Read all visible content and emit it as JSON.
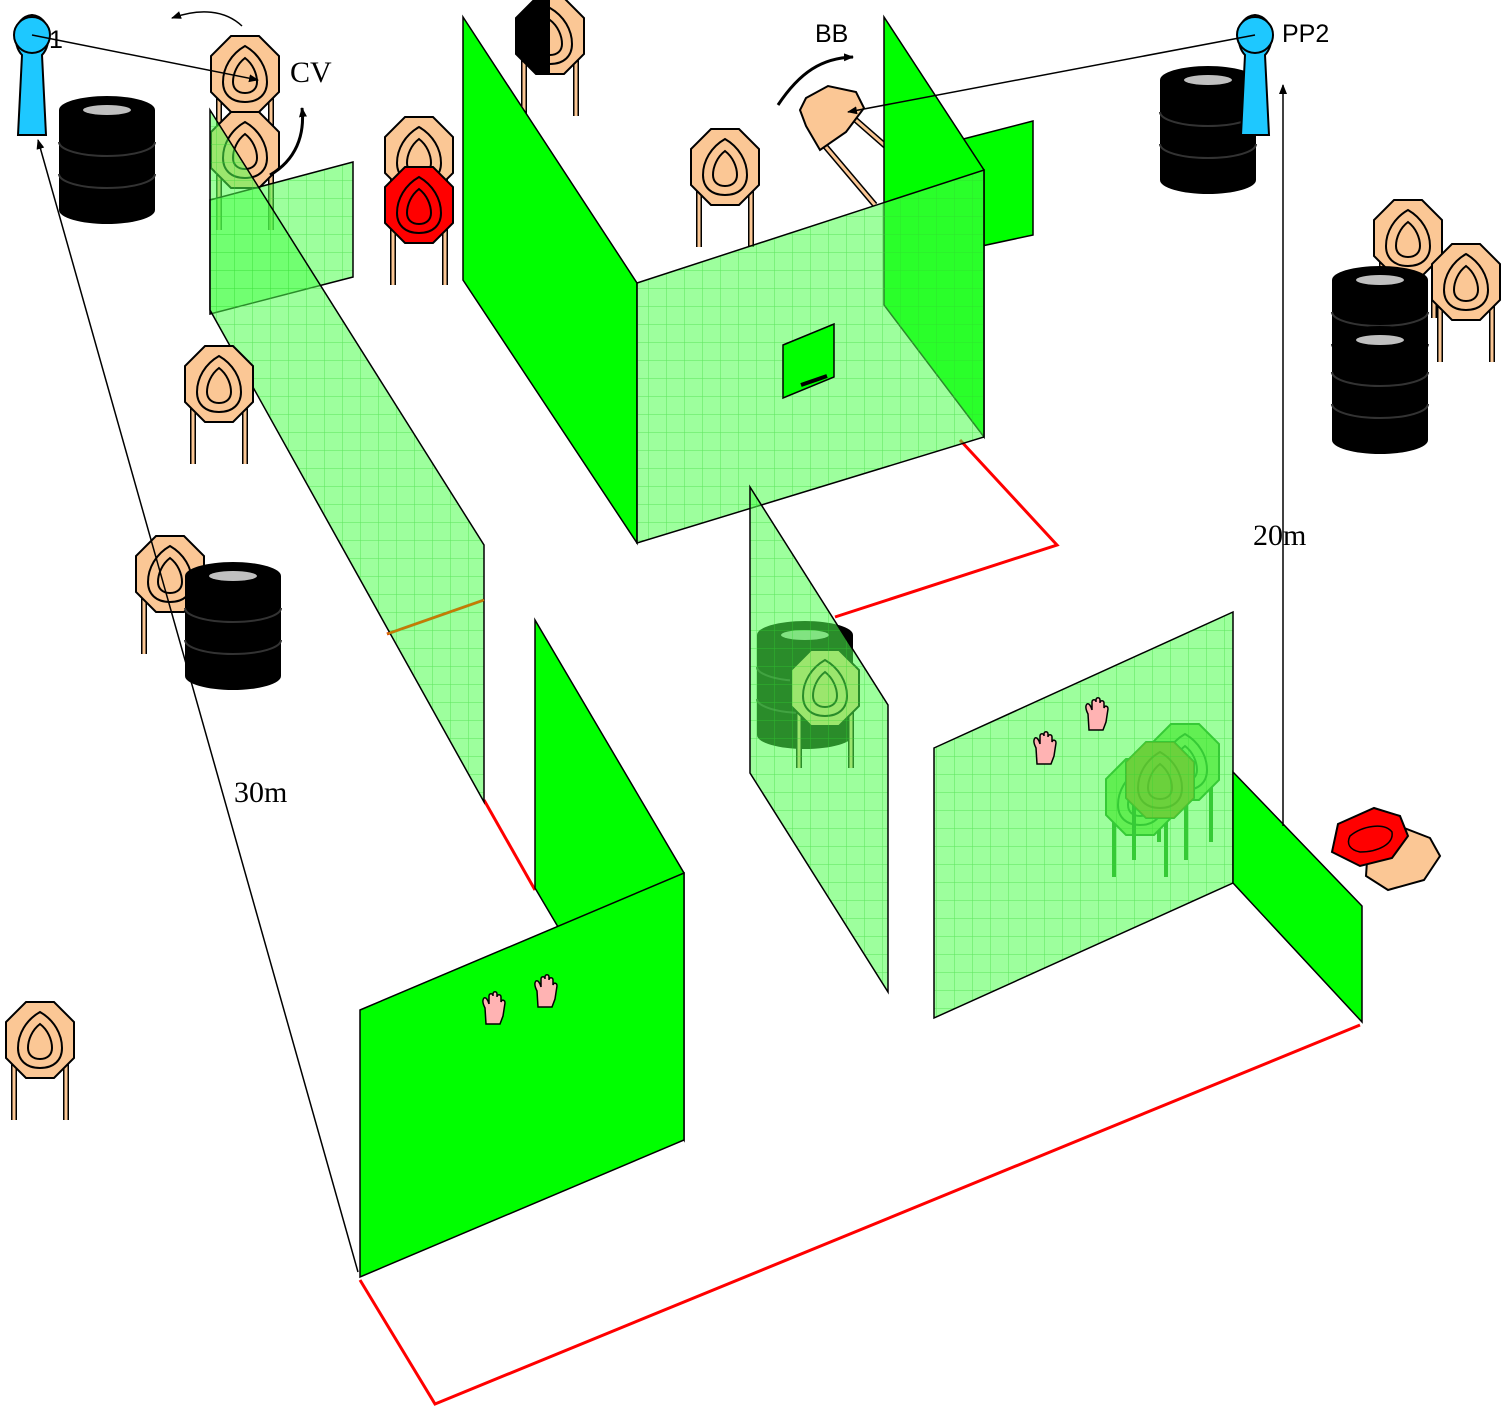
{
  "labels": {
    "cv": "CV",
    "bb": "BB",
    "pp2": "PP2",
    "pp1_fragment": "1",
    "dist_20": "20m",
    "dist_30": "30m"
  },
  "colors": {
    "wall_solid": "#00ff00",
    "wall_transparent": "#33ff33",
    "target_fill": "#fbc795",
    "no_shoot_fill": "#ff0000",
    "barrel_fill": "#000000",
    "barrel_top": "#c0c0c0",
    "marker_fill": "#1ec8ff",
    "fault_line": "#ff0000",
    "hand_fill": "#ffb3b3"
  },
  "icons": {
    "shooting_position": "shooting-position-marker-icon",
    "barrel_stack": "barrel-stack-icon",
    "paper_target": "paper-target-icon",
    "no_shoot_target": "no-shoot-target-icon",
    "hand_mark": "hand-mark-icon",
    "swing_arrow": "swing-arrow-icon"
  }
}
